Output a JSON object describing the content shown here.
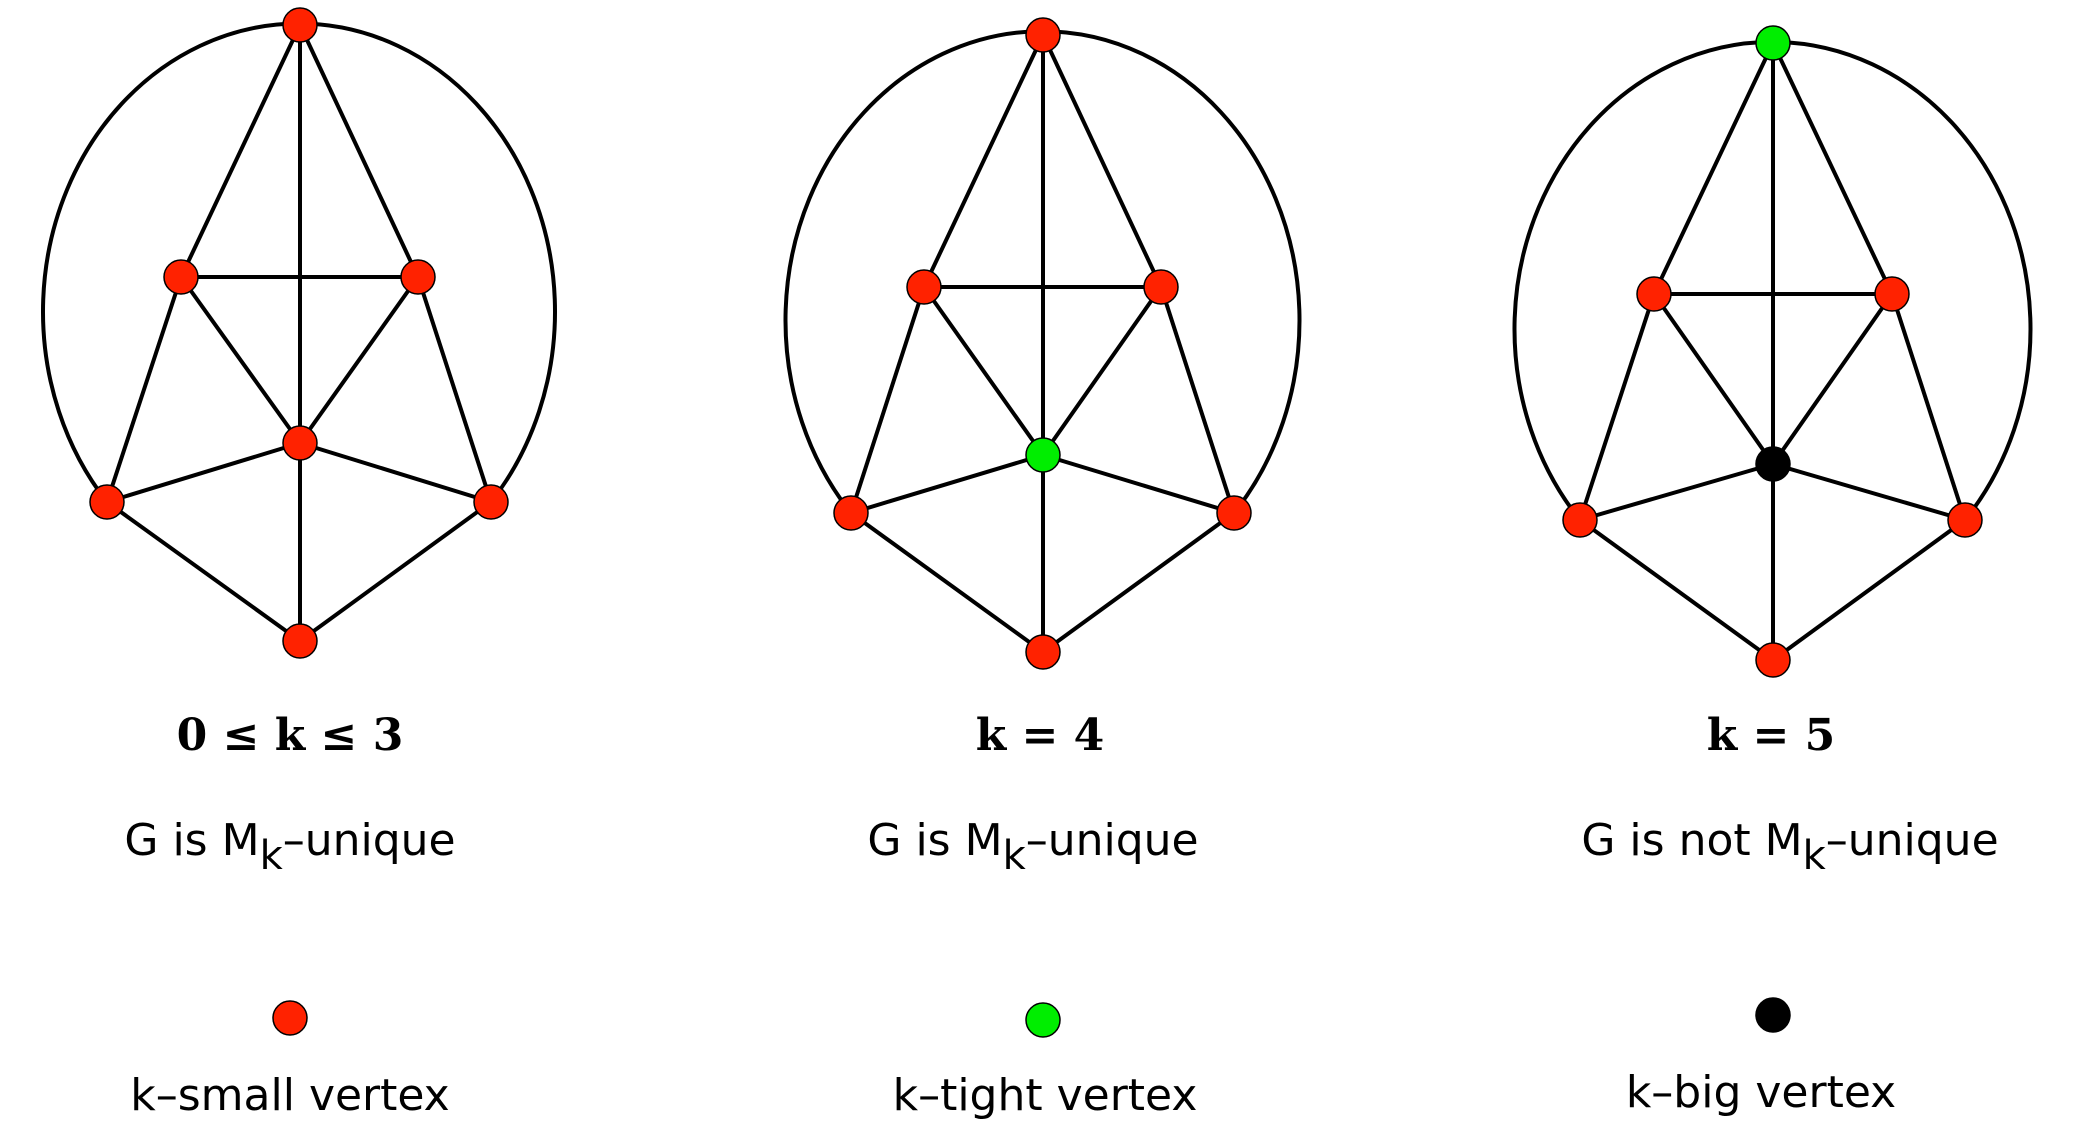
{
  "colors": {
    "small": "#ff2200",
    "tight": "#00ee00",
    "big": "#000000",
    "edge": "#000000"
  },
  "panels": [
    {
      "condition": "0 ≤ k ≤ 3",
      "status_prefix": "G is M",
      "status_sub": "k",
      "status_suffix": "–unique",
      "center_vertex": "small",
      "top_vertex": "small"
    },
    {
      "condition": "k = 4",
      "status_prefix": "G is M",
      "status_sub": "k",
      "status_suffix": "–unique",
      "center_vertex": "tight",
      "top_vertex": "small"
    },
    {
      "condition": "k = 5",
      "status_prefix": "G is not M",
      "status_sub": "k",
      "status_suffix": "–unique",
      "center_vertex": "big",
      "top_vertex": "tight"
    }
  ],
  "legend": [
    {
      "type": "small",
      "label": "k–small vertex"
    },
    {
      "type": "tight",
      "label": "k–tight vertex"
    },
    {
      "type": "big",
      "label": "k–big vertex"
    }
  ]
}
